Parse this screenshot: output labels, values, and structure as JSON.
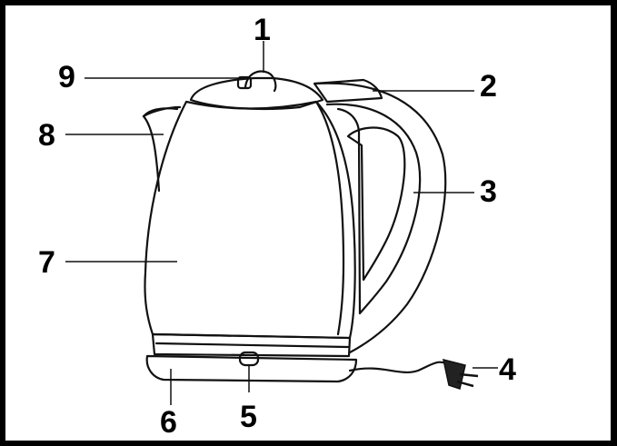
{
  "diagram": {
    "labels": [
      {
        "id": "1",
        "text": "1"
      },
      {
        "id": "2",
        "text": "2"
      },
      {
        "id": "3",
        "text": "3"
      },
      {
        "id": "4",
        "text": "4"
      },
      {
        "id": "5",
        "text": "5"
      },
      {
        "id": "6",
        "text": "6"
      },
      {
        "id": "7",
        "text": "7"
      },
      {
        "id": "8",
        "text": "8"
      },
      {
        "id": "9",
        "text": "9"
      }
    ]
  },
  "colors": {
    "outline": "#000000",
    "background": "#ffffff"
  }
}
